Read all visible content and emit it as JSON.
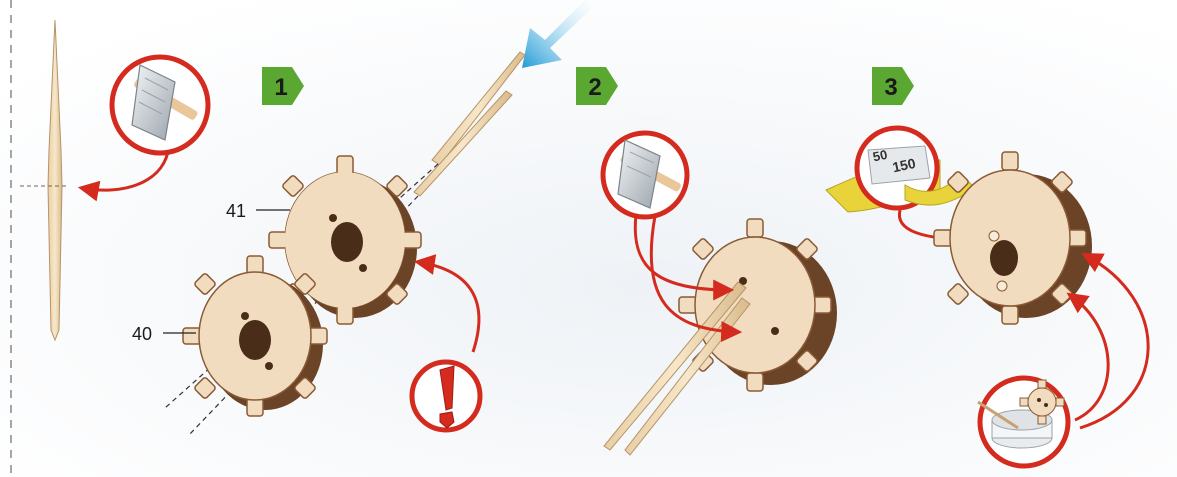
{
  "steps": [
    {
      "number": "1"
    },
    {
      "number": "2"
    },
    {
      "number": "3"
    }
  ],
  "part_labels": {
    "gear_41": "41",
    "gear_40": "40"
  },
  "sandpaper_grit": "150",
  "sandpaper_partial_left": "50",
  "colors": {
    "step_badge": "#5aa832",
    "callout_ring": "#d42b1e",
    "arrow": "#d42b1e",
    "blue_arrow": "#1e9ad6",
    "plywood": "#f1dcc0",
    "plywood_edge": "#6b4326",
    "sandpaper": "#e8d43a"
  },
  "icons": [
    "cutter-blade-icon",
    "warning-exclamation-icon",
    "glue-pot-icon",
    "sandpaper-icon",
    "insert-arrow-icon"
  ]
}
